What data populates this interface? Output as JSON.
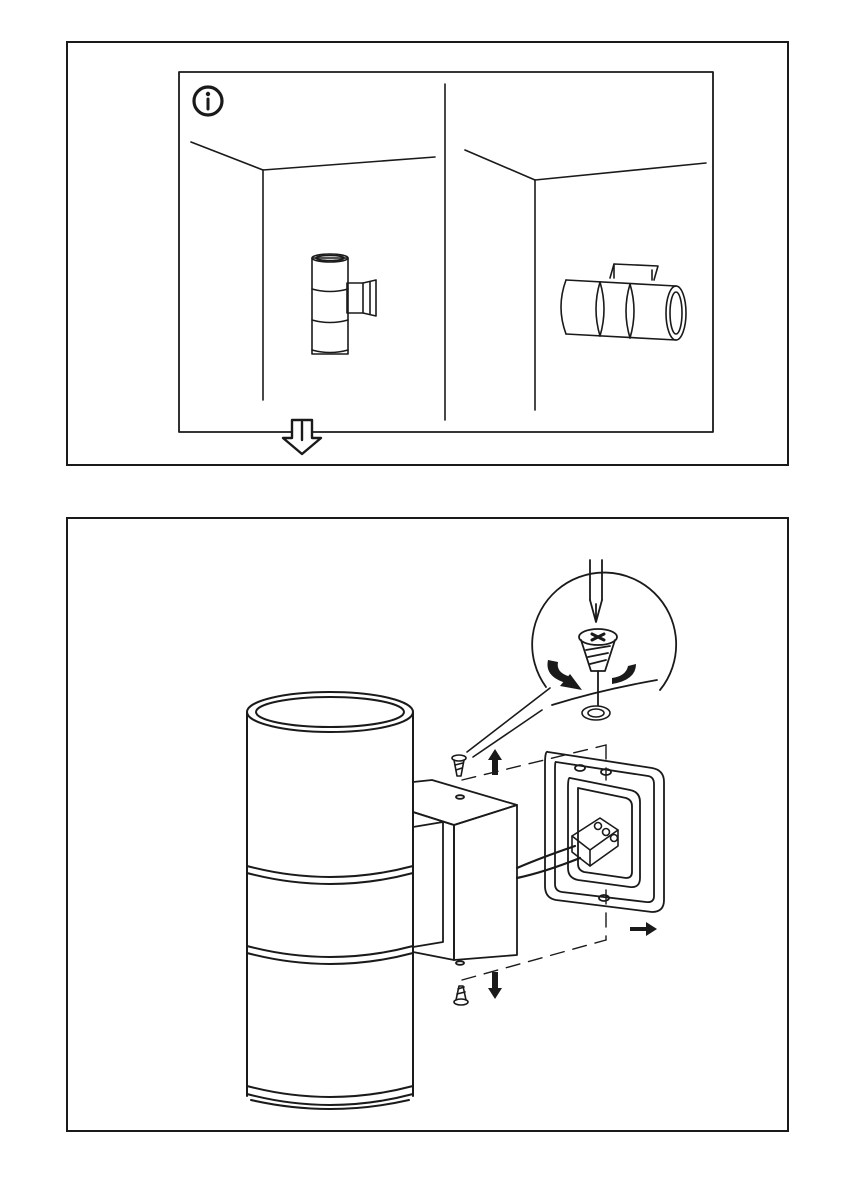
{
  "icons": {
    "info": "info-icon",
    "next": "hollow-down-arrow-icon",
    "screw_direction": "rotation-arrow-icon",
    "move": "solid-arrow-icon"
  },
  "colors": {
    "line": "#1a1a1a",
    "background": "#ffffff"
  },
  "top_panel": {
    "options": [
      {
        "name": "vertical-mount",
        "orientation": "vertical"
      },
      {
        "name": "horizontal-mount",
        "orientation": "horizontal"
      }
    ]
  },
  "bottom_panel": {
    "steps": [
      "remove-top-screw",
      "remove-bottom-screw",
      "detach-mounting-bracket"
    ]
  }
}
